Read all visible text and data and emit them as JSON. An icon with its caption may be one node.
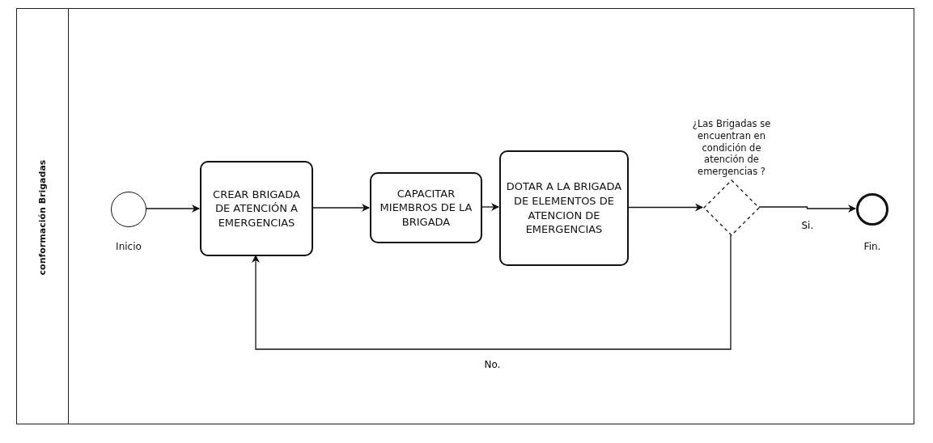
{
  "diagram": {
    "nodes": [
      {
        "text": [
          "conformación Brigadas"
        ]
      },
      {
        "text": [],
        "shape": "circle",
        "beside": [
          "Inicio"
        ],
        "in": 0
      },
      {
        "text": [
          "CREAR BRIGADA DE ATENCIÓN A EMERGENCIAS"
        ],
        "in": 0
      },
      {
        "text": [
          "CAPACITAR MIEMBROS DE LA BRIGADA"
        ],
        "in": 0
      },
      {
        "text": [
          "DOTAR A LA BRIGADA DE ELEMENTOS DE ATENCION DE EMERGENCIAS"
        ],
        "in": 0
      },
      {
        "text": [
          "¿Las Brigadas se encuentran en condición de atención de emergencias ?"
        ],
        "in": 0
      },
      {
        "text": [],
        "shape": "circle",
        "beside": [
          "Fin."
        ],
        "in": 0
      }
    ],
    "edges": [
      {
        "from": 1,
        "to": 2,
        "arrow": "to"
      },
      {
        "from": 2,
        "to": 3,
        "arrow": "to"
      },
      {
        "from": 3,
        "to": 4,
        "arrow": "to"
      },
      {
        "from": 4,
        "to": 5,
        "arrow": "to"
      },
      {
        "from": 5,
        "to": 6,
        "arrow": "to",
        "label": "Si."
      },
      {
        "from": 5,
        "to": 2,
        "arrow": "to",
        "label": "No."
      }
    ]
  }
}
